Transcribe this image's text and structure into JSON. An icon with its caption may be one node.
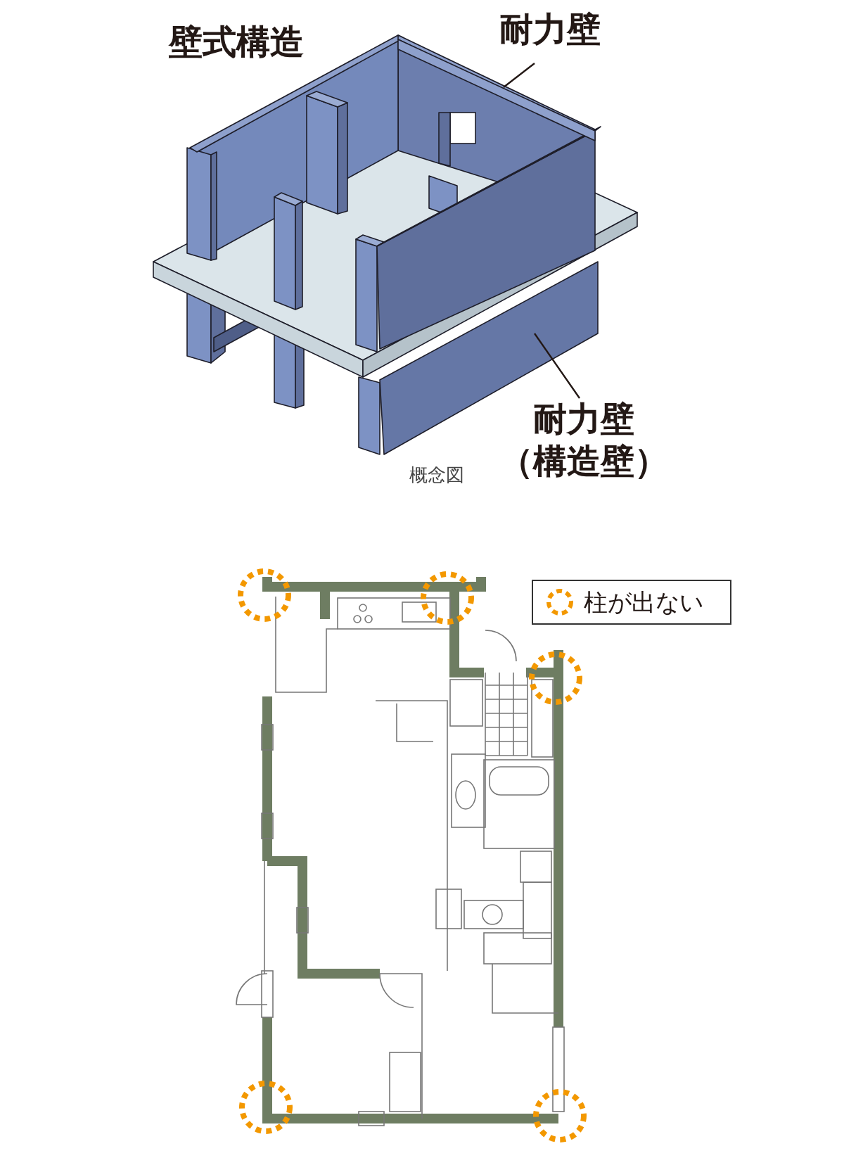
{
  "diagram": {
    "title": "壁式構造",
    "nodes": [
      {
        "text": [
          "耐力壁"
        ]
      },
      {
        "text": [],
        "shape": "picture"
      },
      {
        "text": [
          "耐力壁（構造壁）"
        ]
      },
      {
        "text": [],
        "shape": "picture"
      }
    ],
    "edges": [
      {
        "from": 0,
        "to": 1,
        "arrow": "none"
      },
      {
        "from": 2,
        "to": 3,
        "arrow": "none"
      }
    ],
    "labels": [
      "概念図"
    ],
    "legend": [
      {
        "text": "柱が出ない"
      }
    ]
  }
}
